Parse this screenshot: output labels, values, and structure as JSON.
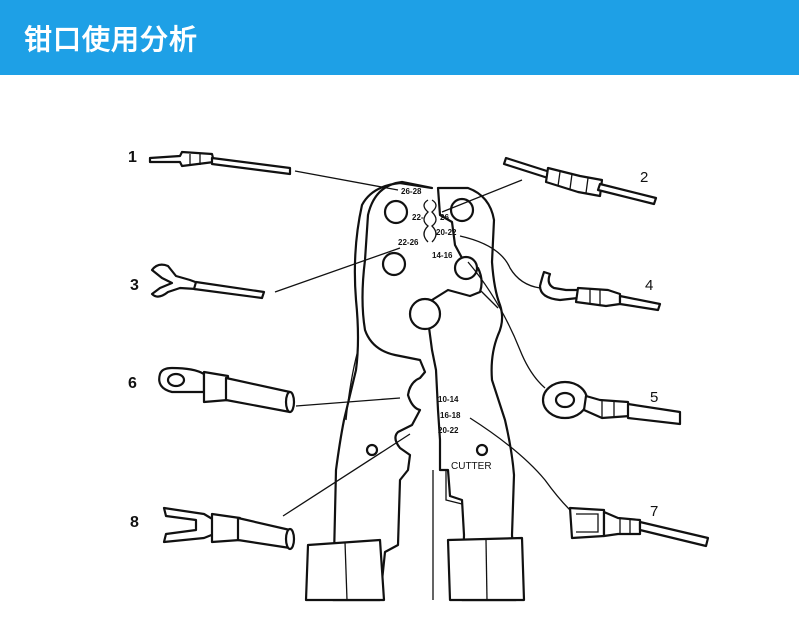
{
  "header": {
    "title": "钳口使用分析",
    "background_color": "#1ea0e6",
    "text_color": "#ffffff"
  },
  "jaw_labels": [
    "26-28",
    "22-",
    "26",
    "20-22",
    "22-26",
    "14-16"
  ],
  "handle_labels": [
    "10-14",
    "16-18",
    "20-22"
  ],
  "cutter_label": "CUTTER",
  "terminals": [
    {
      "number": "1",
      "type": "pin-terminal-icon"
    },
    {
      "number": "2",
      "type": "butt-splice-icon"
    },
    {
      "number": "3",
      "type": "fork-terminal-icon"
    },
    {
      "number": "4",
      "type": "insulated-fork-terminal-icon"
    },
    {
      "number": "5",
      "type": "insulated-ring-terminal-icon"
    },
    {
      "number": "6",
      "type": "large-ring-terminal-icon"
    },
    {
      "number": "7",
      "type": "female-spade-connector-icon"
    },
    {
      "number": "8",
      "type": "large-fork-terminal-icon"
    }
  ]
}
